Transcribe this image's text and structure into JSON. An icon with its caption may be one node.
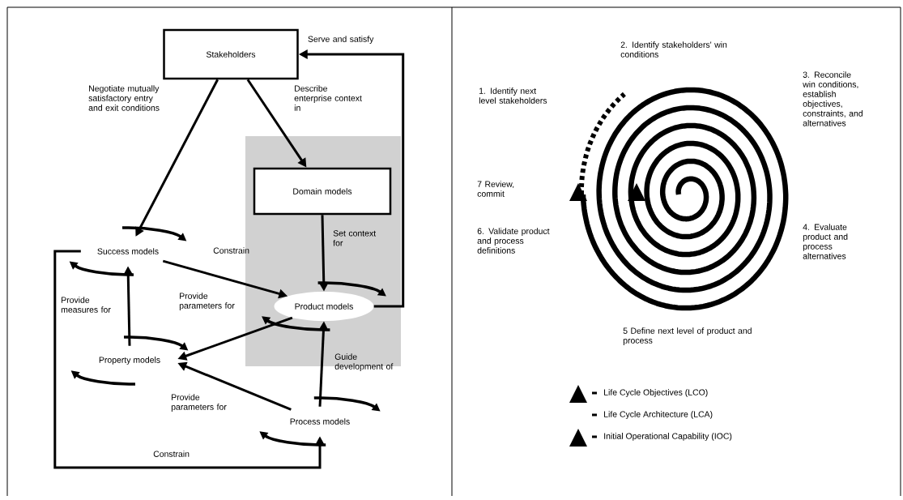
{
  "diagram": {
    "nodes": [
      {
        "text": [
          "Stakeholders"
        ]
      },
      {
        "text": [
          "Domain models"
        ]
      },
      {
        "text": [
          "Success models"
        ]
      },
      {
        "text": [
          "Product models"
        ]
      },
      {
        "text": [
          "Property models"
        ]
      },
      {
        "text": [
          "Process models"
        ]
      }
    ],
    "edges": [
      {
        "from": 0,
        "to": 2,
        "arrow": "to",
        "label": "Negotiate mutually satisfactory entry and exit conditions"
      },
      {
        "from": 0,
        "to": 1,
        "arrow": "to",
        "label": "Describe enterprise context in"
      },
      {
        "from": 3,
        "to": 0,
        "arrow": "to",
        "label": "Serve and satisfy"
      },
      {
        "from": 1,
        "to": 3,
        "arrow": "to",
        "label": "Set context for"
      },
      {
        "from": 2,
        "to": 3,
        "arrow": "to",
        "label": "Constrain"
      },
      {
        "from": 3,
        "to": 4,
        "arrow": "to",
        "label": "Provide parameters for"
      },
      {
        "from": 4,
        "to": 2,
        "arrow": "to",
        "label": "Provide measures for"
      },
      {
        "from": 5,
        "to": 3,
        "arrow": "to",
        "label": "Guide development of"
      },
      {
        "from": 5,
        "to": 4,
        "arrow": "to",
        "label": "Provide parameters for"
      },
      {
        "from": 2,
        "to": 5,
        "arrow": "to",
        "label": "Constrain"
      }
    ],
    "labels": [
      "2. Identify stakeholders' win conditions",
      "1. Identify next level stakeholders",
      "3. Reconcile win conditions, establish objectives, constraints, and alternatives",
      "7 Review, commit",
      "6. Validate product and process definitions",
      "4. Evaluate product and process alternatives",
      "5 Define next level of product and process"
    ],
    "legend": [
      {
        "text": "Life Cycle Objectives (LCO)"
      },
      {
        "text": "Life Cycle Architecture (LCA)"
      },
      {
        "text": "Initial Operational Capability (IOC)"
      }
    ]
  }
}
